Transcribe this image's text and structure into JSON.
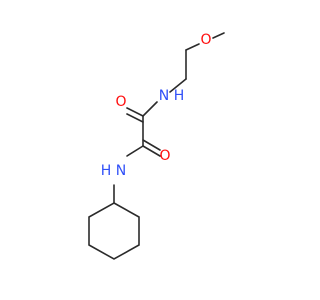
{
  "colors": {
    "bond": "#2b2b2b",
    "oxygen": "#ff0d0d",
    "nitrogen": "#3050f8"
  },
  "atoms": {
    "o_methoxy": "O",
    "n_upper": "N",
    "h_upper": "H",
    "o_left": "O",
    "o_right": "O",
    "n_lower": "N",
    "h_lower": "H"
  }
}
